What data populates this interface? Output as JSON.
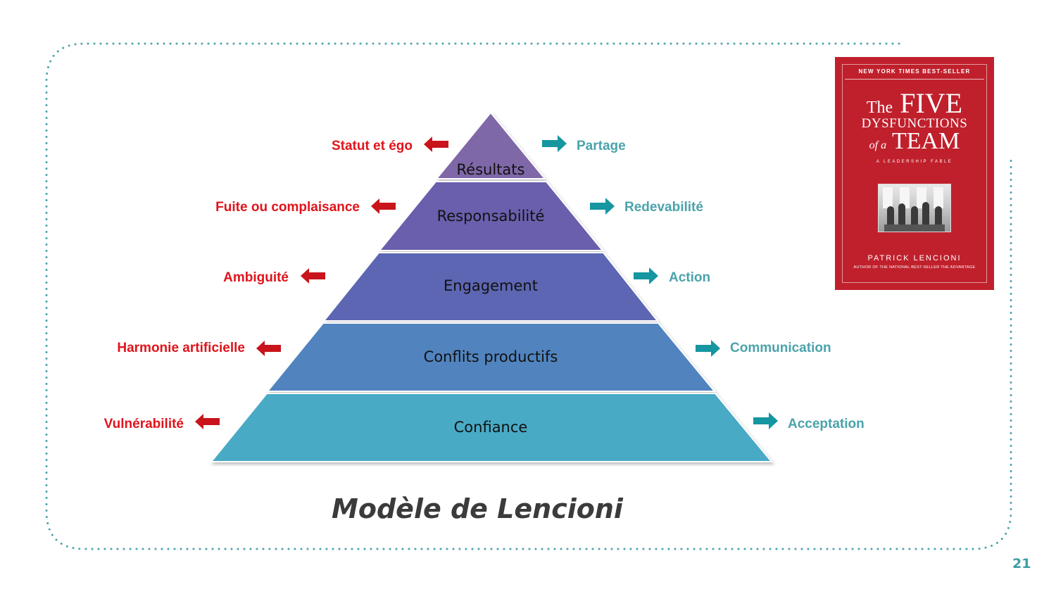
{
  "colors": {
    "negative": "#e0141b",
    "negative_arrow": "#c9141b",
    "positive": "#4aa3ab",
    "positive_arrow": "#1596a0",
    "border_dots": "#4aa3ab",
    "caption": "#3b3b3b",
    "tiers": [
      "#7f67a8",
      "#695fac",
      "#5b66b2",
      "#5184bf",
      "#4aaac6"
    ]
  },
  "pyramid": {
    "tiers": [
      {
        "label": "Résultats",
        "dysfunction": "Statut et égo",
        "remedy": "Partage"
      },
      {
        "label": "Responsabilité",
        "dysfunction": "Fuite ou complaisance",
        "remedy": "Redevabilité"
      },
      {
        "label": "Engagement",
        "dysfunction": "Ambiguité",
        "remedy": "Action"
      },
      {
        "label": "Conflits productifs",
        "dysfunction": "Harmonie artificielle",
        "remedy": "Communication"
      },
      {
        "label": "Confiance",
        "dysfunction": "Vulnérabilité",
        "remedy": "Acceptation"
      }
    ]
  },
  "caption": "Modèle de Lencioni",
  "book": {
    "banner": "NEW YORK TIMES BEST-SELLER",
    "title_small_1": "The",
    "title_big_1": "FIVE",
    "title_line_2": "DYSFUNCTIONS",
    "title_small_3": "of a",
    "title_big_3": "TEAM",
    "subtitle": "A LEADERSHIP FABLE",
    "author": "PATRICK LENCIONI",
    "author_note": "AUTHOR OF THE NATIONAL BEST-SELLER THE ADVANTAGE"
  },
  "page_number": "21"
}
